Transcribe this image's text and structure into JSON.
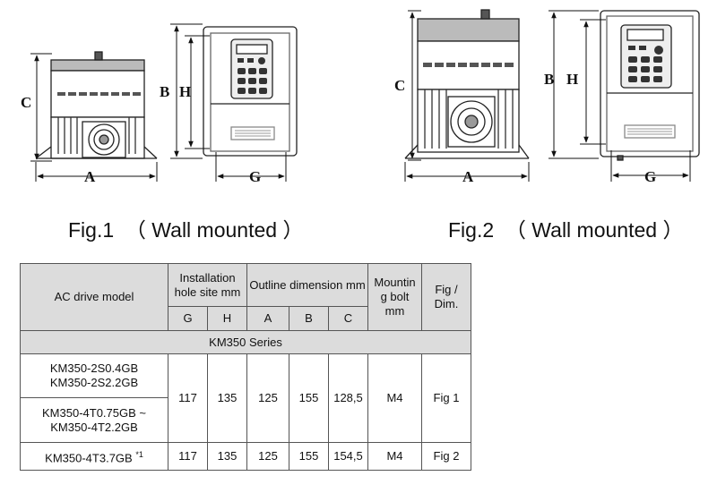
{
  "figures": {
    "fig1": {
      "caption": "Fig.1  （ Wall mounted ）",
      "side_labels": {
        "a": "A",
        "c": "C"
      },
      "front_labels": {
        "b": "B",
        "h": "H",
        "g": "G"
      }
    },
    "fig2": {
      "caption": "Fig.2  （ Wall mounted ）",
      "side_labels": {
        "a": "A",
        "c": "C"
      },
      "front_labels": {
        "b": "B",
        "h": "H",
        "g": "G"
      }
    }
  },
  "table": {
    "headers": {
      "model": "AC drive model",
      "installation": "Installation hole site mm",
      "outline": "Outline dimension mm",
      "bolt": "Mountin g bolt mm",
      "fig": "Fig / Dim.",
      "g": "G",
      "h": "H",
      "a": "A",
      "b": "B",
      "c": "C"
    },
    "series_label": "KM350 Series",
    "rows": [
      {
        "model_line1": "KM350-2S0.4GB",
        "model_line2": "KM350-2S2.2GB"
      },
      {
        "model_line1": "KM350-4T0.75GB ~",
        "model_line2": "KM350-4T2.2GB"
      }
    ],
    "group1": {
      "g": "117",
      "h": "135",
      "a": "125",
      "b": "155",
      "c": "128,5",
      "bolt": "M4",
      "fig": "Fig 1"
    },
    "last_row": {
      "model": "KM350-4T3.7GB",
      "note": "*1",
      "g": "117",
      "h": "135",
      "a": "125",
      "b": "155",
      "c": "154,5",
      "bolt": "M4",
      "fig": "Fig 2"
    }
  }
}
